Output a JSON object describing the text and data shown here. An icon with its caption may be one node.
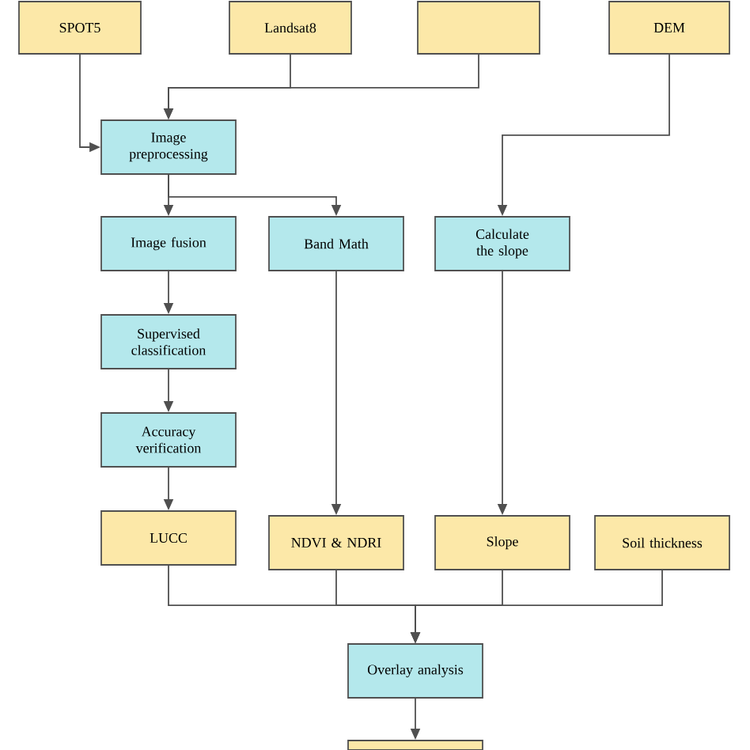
{
  "diagram": {
    "nodes": [
      {
        "text": [
          "SPOT5"
        ]
      },
      {
        "text": [
          "Landsat8"
        ]
      },
      {
        "text": [],
        "shape": "box"
      },
      {
        "text": [
          "DEM"
        ]
      },
      {
        "text": [
          "Image preprocessing"
        ]
      },
      {
        "text": [
          "Image fusion"
        ]
      },
      {
        "text": [
          "Band Math"
        ]
      },
      {
        "text": [
          "Calculate the slope"
        ]
      },
      {
        "text": [
          "Supervised classification"
        ]
      },
      {
        "text": [
          "Accuracy verification"
        ]
      },
      {
        "text": [
          "LUCC"
        ]
      },
      {
        "text": [
          "NDVI & NDRI"
        ]
      },
      {
        "text": [
          "Slope"
        ]
      },
      {
        "text": [
          "Soil thickness"
        ]
      },
      {
        "text": [
          "Overlay analysis"
        ]
      },
      {
        "text": [],
        "shape": "box"
      }
    ],
    "edges": [
      {
        "from": 0,
        "to": 4,
        "arrow": "to"
      },
      {
        "from": 1,
        "to": 4,
        "arrow": "to"
      },
      {
        "from": 2,
        "to": 4,
        "arrow": "to"
      },
      {
        "from": 3,
        "to": 7,
        "arrow": "to"
      },
      {
        "from": 4,
        "to": 5,
        "arrow": "to"
      },
      {
        "from": 4,
        "to": 6,
        "arrow": "to"
      },
      {
        "from": 5,
        "to": 8,
        "arrow": "to"
      },
      {
        "from": 8,
        "to": 9,
        "arrow": "to"
      },
      {
        "from": 9,
        "to": 10,
        "arrow": "to"
      },
      {
        "from": 6,
        "to": 11,
        "arrow": "to"
      },
      {
        "from": 7,
        "to": 12,
        "arrow": "to"
      },
      {
        "from": 10,
        "to": 14,
        "arrow": "to"
      },
      {
        "from": 11,
        "to": 14,
        "arrow": "to"
      },
      {
        "from": 12,
        "to": 14,
        "arrow": "to"
      },
      {
        "from": 13,
        "to": 14,
        "arrow": "to"
      },
      {
        "from": 14,
        "to": 15,
        "arrow": "to"
      }
    ]
  }
}
